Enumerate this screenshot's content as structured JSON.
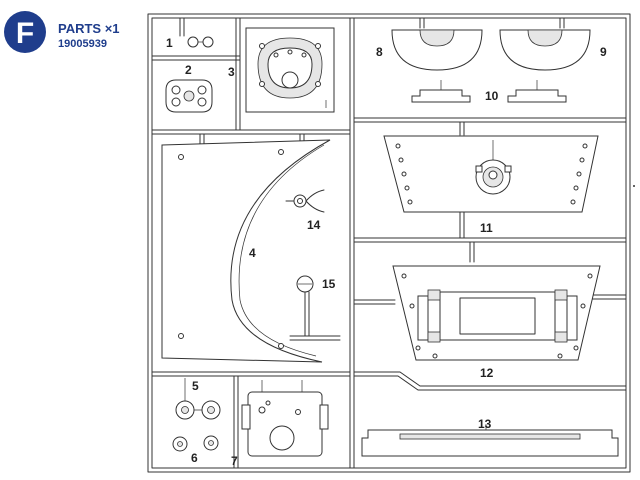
{
  "header": {
    "letter": "F",
    "title": "PARTS ×1",
    "code": "19005939"
  },
  "parts": {
    "p1": "1",
    "p2": "2",
    "p3": "3",
    "p4": "4",
    "p5": "5",
    "p6": "6",
    "p7": "7",
    "p8": "8",
    "p9": "9",
    "p10": "10",
    "p11": "11",
    "p12": "12",
    "p13": "13",
    "p14": "14",
    "p15": "15"
  },
  "colors": {
    "brand": "#1f3d8c",
    "line": "#333333"
  }
}
